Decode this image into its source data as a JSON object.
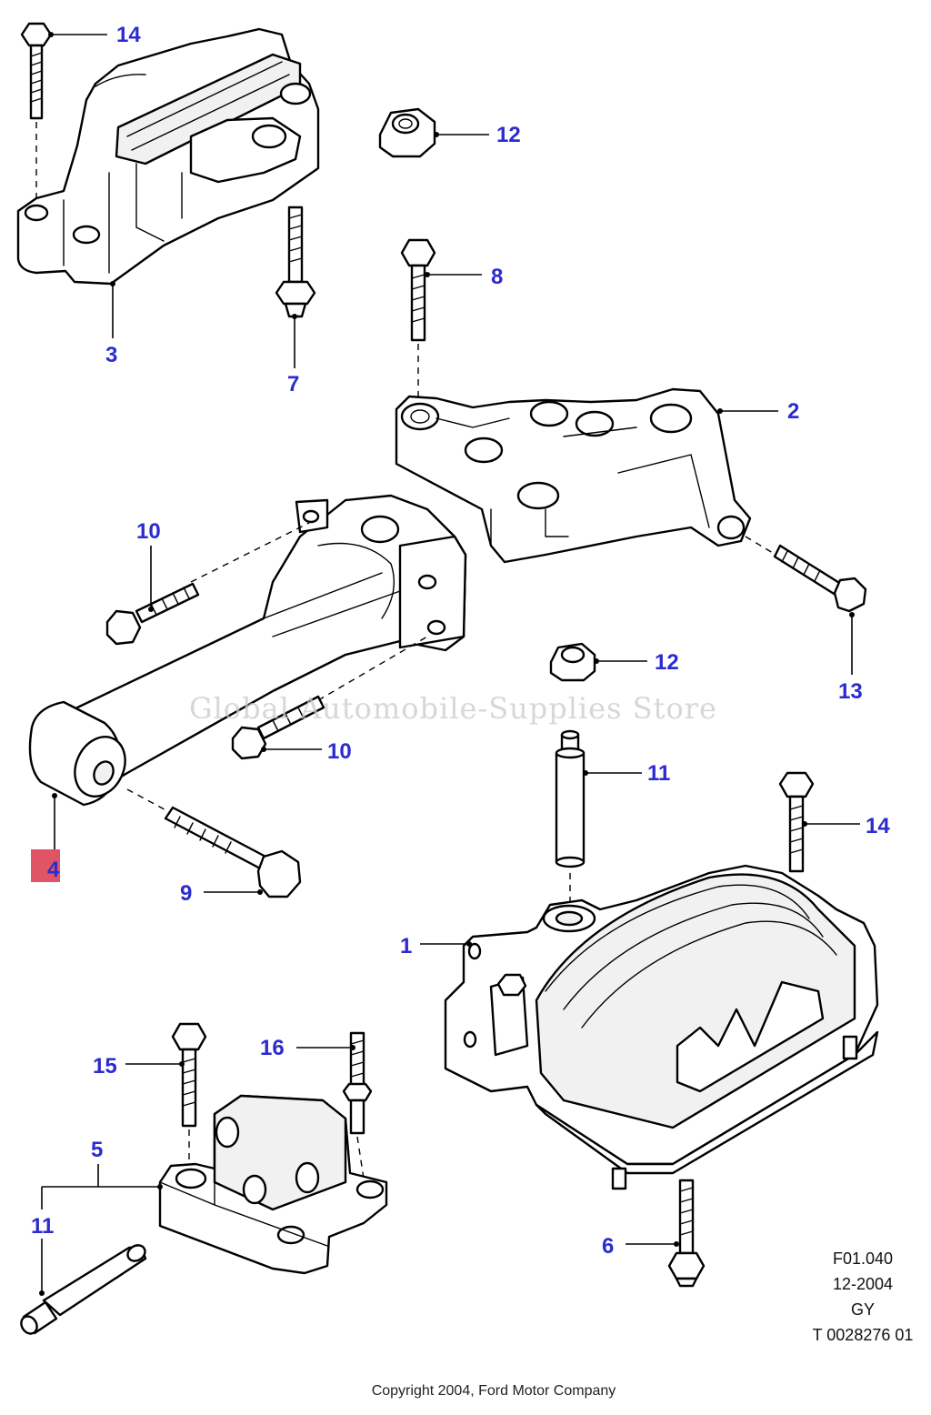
{
  "callouts": {
    "c14a": "14",
    "c12a": "12",
    "c3": "3",
    "c7": "7",
    "c8": "8",
    "c2": "2",
    "c10a": "10",
    "c13": "13",
    "c12b": "12",
    "c10b": "10",
    "c11a": "11",
    "c14b": "14",
    "c4": "4",
    "c9": "9",
    "c1": "1",
    "c15": "15",
    "c16": "16",
    "c5": "5",
    "c11b": "11",
    "c6": "6"
  },
  "highlighted_callout": "4",
  "reference_block": {
    "code": "F01.040",
    "date": "12-2004",
    "initials": "GY",
    "number": "T 0028276 01"
  },
  "copyright": "Copyright 2004, Ford Motor Company",
  "watermark": "Global Automobile-Supplies Store",
  "colors": {
    "callout_text": "#2b2bd0",
    "callout_highlight": "#e05466",
    "line_art": "#000000",
    "background": "#ffffff"
  }
}
